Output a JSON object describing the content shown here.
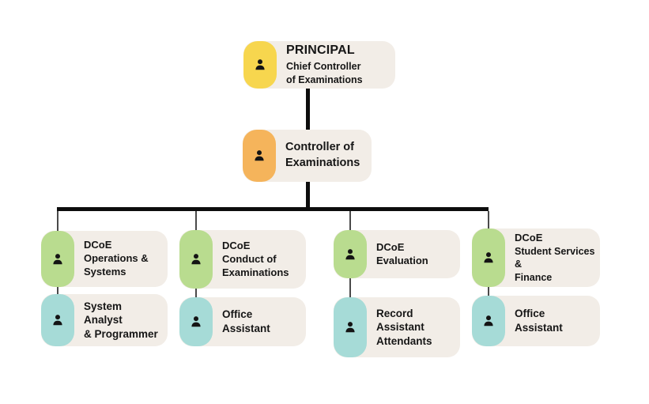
{
  "org": {
    "principal": {
      "title": "PRINCIPAL",
      "subtitle": "Chief Controller\nof Examinations"
    },
    "controller": {
      "label": "Controller of\nExaminations"
    },
    "departments": [
      {
        "dept": "DCoE",
        "label": "Operations &\nSystems",
        "staff": "System Analyst\n& Programmer"
      },
      {
        "dept": "DCoE",
        "label": "Conduct of\nExaminations",
        "staff": "Office\nAssistant"
      },
      {
        "dept": "DCoE",
        "label": "Evaluation",
        "staff": "Record\nAssistant\nAttendants"
      },
      {
        "dept": "DCoE",
        "label": "Student Services &\nFinance",
        "staff": "Office\nAssistant"
      }
    ]
  },
  "colors": {
    "card_background": "#f2ede7",
    "icon_yellow": "#f7d64e",
    "icon_orange": "#f5b45b",
    "icon_green": "#b9dc8f",
    "icon_teal": "#a6dbd7",
    "connector_black": "#0d0d0d",
    "connector_gray": "#4a4a4a",
    "text": "#161616",
    "page_background": "#ffffff"
  },
  "icons": {
    "node_icon": "person-icon"
  }
}
